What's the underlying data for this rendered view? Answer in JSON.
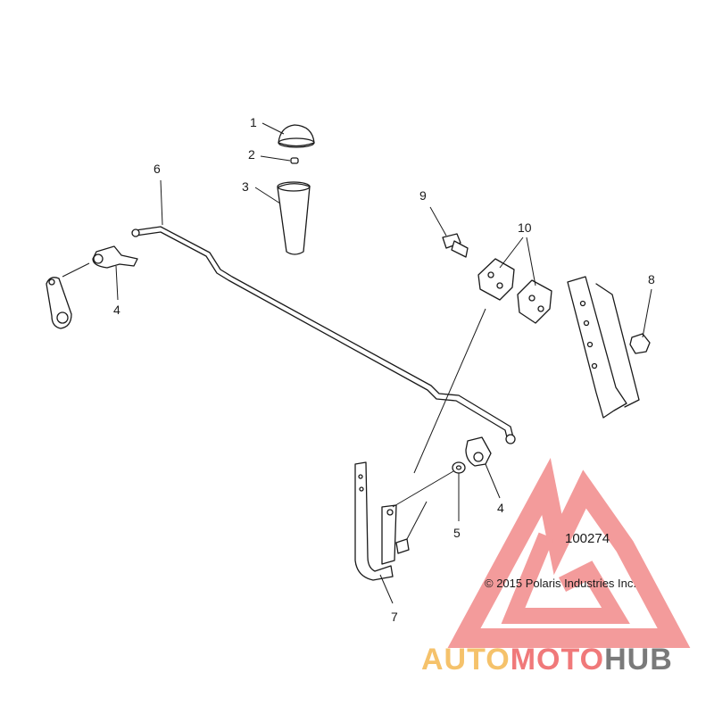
{
  "diagram": {
    "ref_number": "100274",
    "copyright": "© 2015 Polaris Industries Inc.",
    "callouts": {
      "c1": "1",
      "c2": "2",
      "c3": "3",
      "c4a": "4",
      "c4b": "4",
      "c5": "5",
      "c6": "6",
      "c7": "7",
      "c8": "8",
      "c9": "9",
      "c10": "10"
    }
  },
  "watermark": {
    "text_part1": "AUTO",
    "text_part2": "MOTO",
    "text_part3": "HUB",
    "color_auto": "#f5c26b",
    "color_moto": "#f0797a",
    "color_hub": "#7a7a7a",
    "color_triangle": "#f07a7a"
  }
}
